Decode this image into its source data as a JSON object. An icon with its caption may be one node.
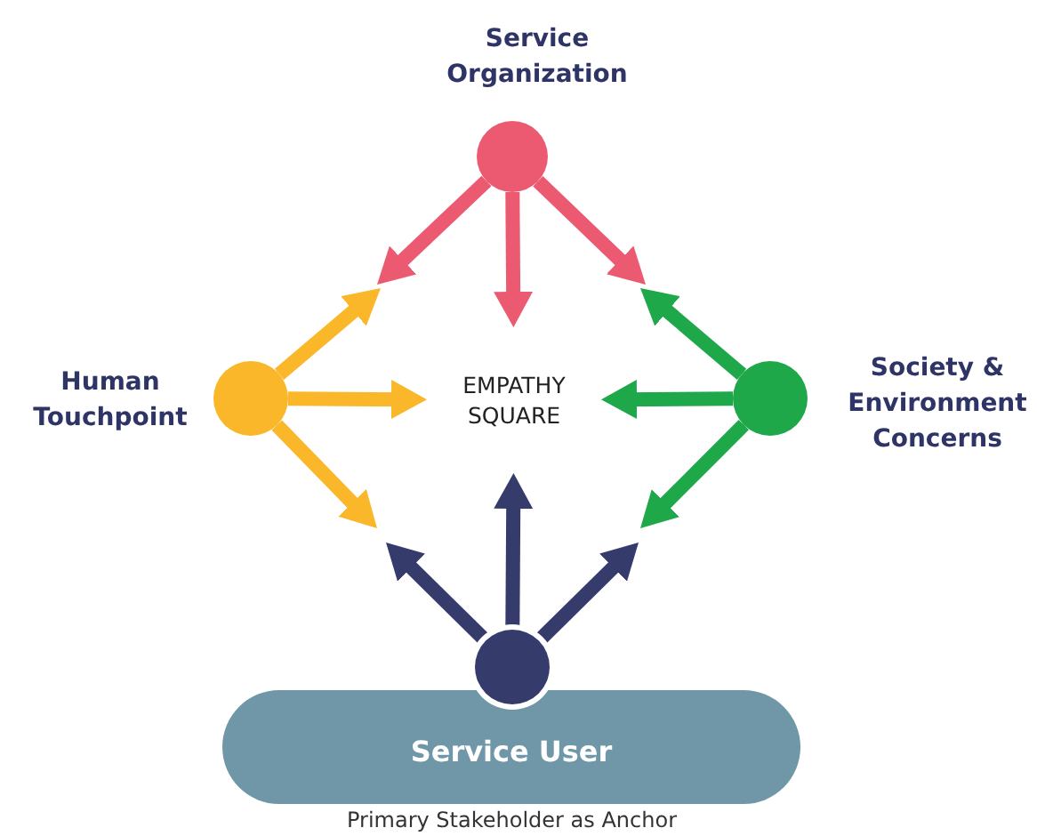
{
  "diagram": {
    "nodes": [
      {
        "text": [
          "Service Organization"
        ]
      },
      {
        "text": [
          "Human Touchpoint"
        ]
      },
      {
        "text": [
          "EMPATHY SQUARE"
        ]
      },
      {
        "text": [
          "Society & Environment Concerns"
        ]
      },
      {
        "text": [
          "Service User"
        ],
        "beside": [
          "Primary Stakeholder as Anchor"
        ]
      },
      {
        "text": [],
        "shape": "circle"
      }
    ],
    "edges": [
      {
        "from": 0,
        "to": null,
        "arrow": "to",
        "color": "#ec5a72"
      },
      {
        "from": 0,
        "to": 2,
        "arrow": "to",
        "color": "#ec5a72"
      },
      {
        "from": 0,
        "to": null,
        "arrow": "to",
        "color": "#ec5a72"
      },
      {
        "from": 1,
        "to": null,
        "arrow": "to",
        "color": "#fbb72a"
      },
      {
        "from": 1,
        "to": 2,
        "arrow": "to",
        "color": "#fbb72a"
      },
      {
        "from": 1,
        "to": null,
        "arrow": "to",
        "color": "#fbb72a"
      },
      {
        "from": 3,
        "to": null,
        "arrow": "to",
        "color": "#1ea84a"
      },
      {
        "from": 3,
        "to": 2,
        "arrow": "to",
        "color": "#1ea84a"
      },
      {
        "from": 3,
        "to": null,
        "arrow": "to",
        "color": "#1ea84a"
      },
      {
        "from": 5,
        "to": null,
        "arrow": "to",
        "color": "#353b6b"
      },
      {
        "from": 5,
        "to": 2,
        "arrow": "to",
        "color": "#353b6b"
      },
      {
        "from": 5,
        "to": null,
        "arrow": "to",
        "color": "#353b6b"
      }
    ]
  }
}
